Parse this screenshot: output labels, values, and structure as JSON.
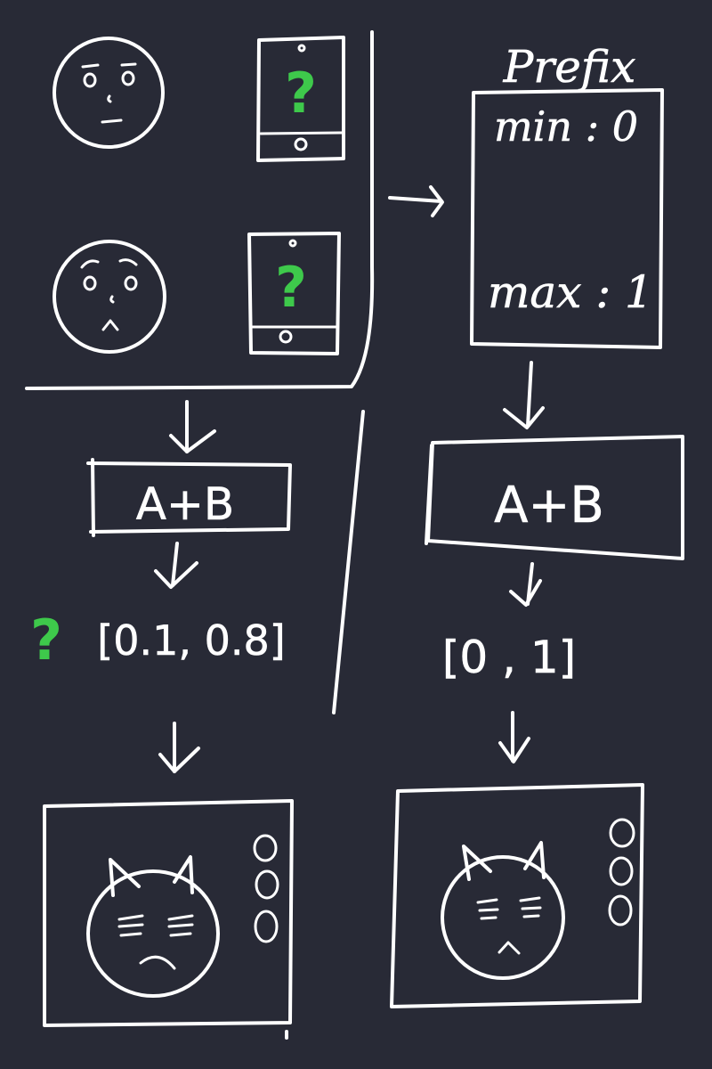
{
  "colors": {
    "background": "#282a36",
    "ink": "#ffffff",
    "question_mark": "#3ec94b"
  },
  "top_left": {
    "users": [
      {
        "face": "neutral",
        "device": "phone",
        "device_mark": "?"
      },
      {
        "face": "worried",
        "device": "phone",
        "device_mark": "?"
      }
    ]
  },
  "prefix_box": {
    "title": "Prefix",
    "min_label": "min : 0",
    "max_label": "max : 1"
  },
  "left_branch": {
    "box_label": "A+B",
    "uncertain_mark": "?",
    "range_label": "[0.1, 0.8]",
    "result_face": "sad"
  },
  "right_branch": {
    "box_label": "A+B",
    "range_label": "[0 , 1]",
    "result_face": "frowning"
  }
}
